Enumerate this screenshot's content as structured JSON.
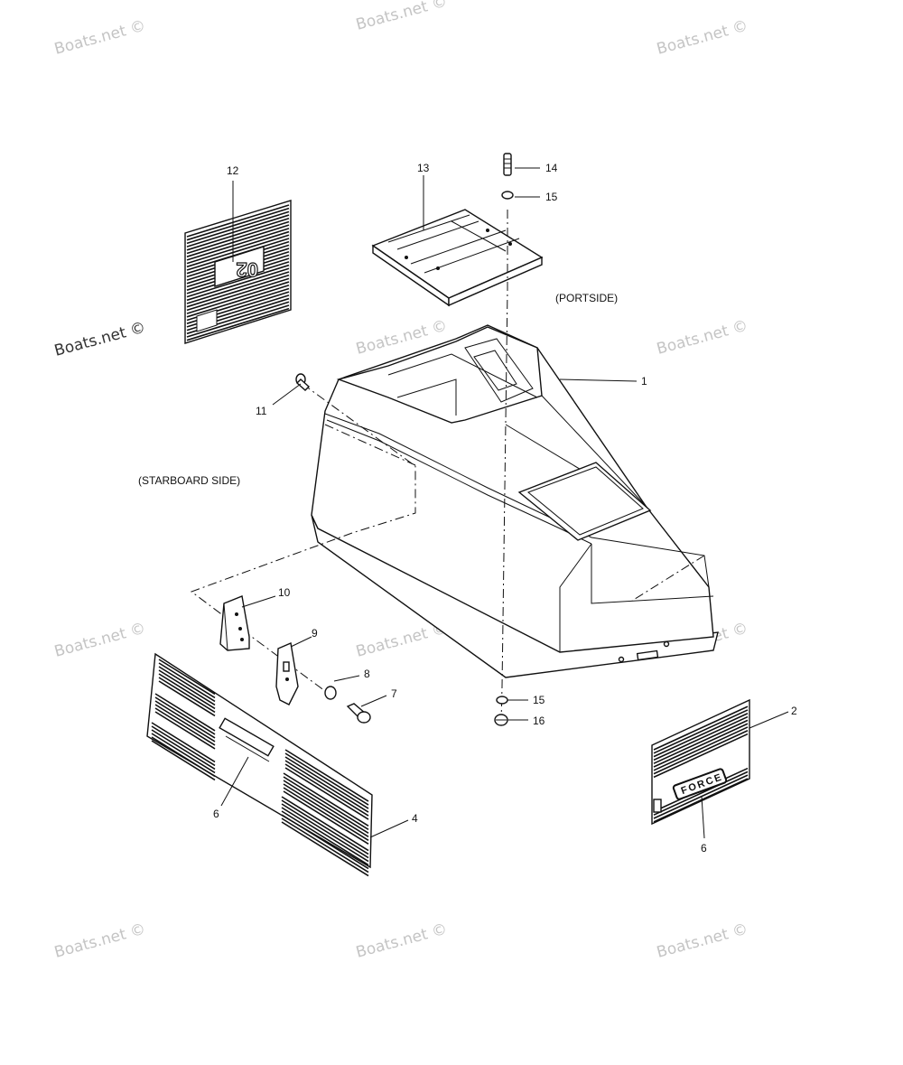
{
  "callouts": [
    {
      "id": "c1",
      "text": "1"
    },
    {
      "id": "c2",
      "text": "2"
    },
    {
      "id": "c4",
      "text": "4"
    },
    {
      "id": "c6a",
      "text": "6"
    },
    {
      "id": "c6b",
      "text": "6"
    },
    {
      "id": "c7",
      "text": "7"
    },
    {
      "id": "c8",
      "text": "8"
    },
    {
      "id": "c9",
      "text": "9"
    },
    {
      "id": "c10",
      "text": "10"
    },
    {
      "id": "c11",
      "text": "11"
    },
    {
      "id": "c12",
      "text": "12"
    },
    {
      "id": "c13",
      "text": "13"
    },
    {
      "id": "c14",
      "text": "14"
    },
    {
      "id": "c15a",
      "text": "15"
    },
    {
      "id": "c15b",
      "text": "15"
    },
    {
      "id": "c16",
      "text": "16"
    }
  ],
  "notes": {
    "portside": "(PORTSIDE)",
    "starboard": "(STARBOARD SIDE)"
  },
  "decal_12_text": "02",
  "decal_2_logo": "FORCE",
  "watermark": "Boats.net ©"
}
